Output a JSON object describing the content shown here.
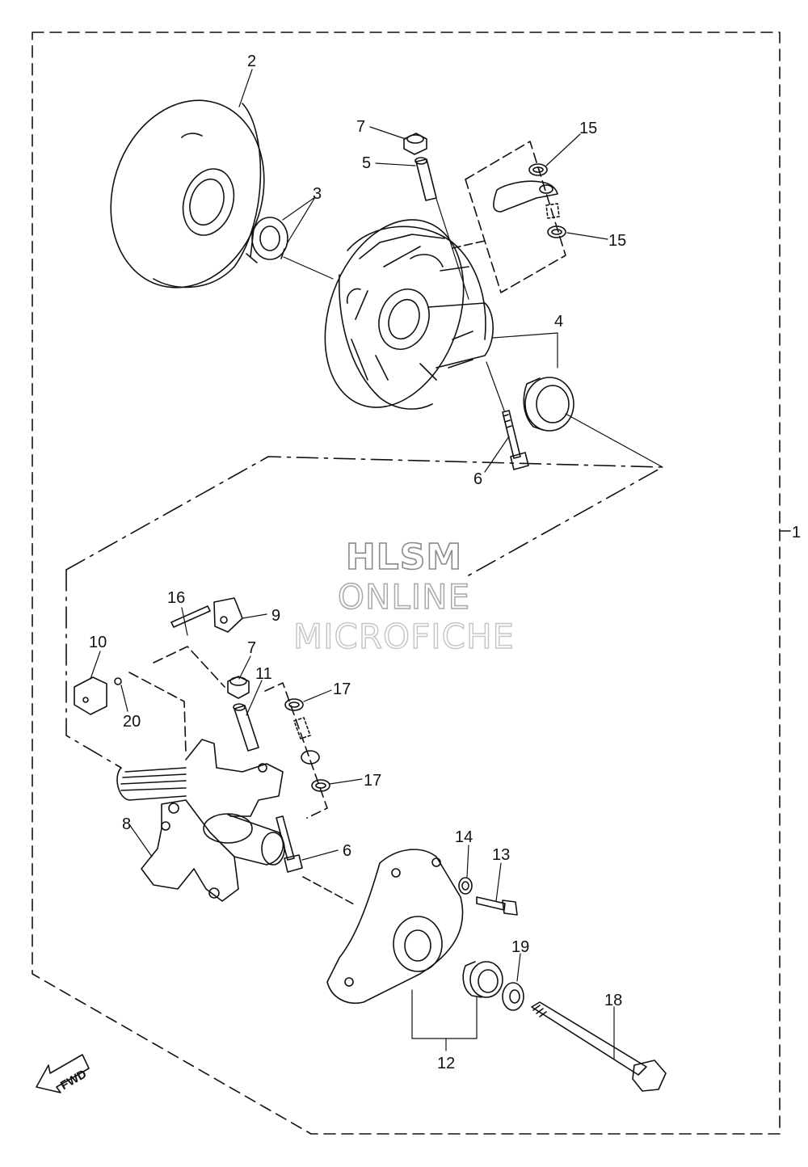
{
  "diagram": {
    "callouts": {
      "c1": "1",
      "c2": "2",
      "c3": "3",
      "c4": "4",
      "c5": "5",
      "c6a": "6",
      "c6b": "6",
      "c7a": "7",
      "c7b": "7",
      "c8": "8",
      "c9": "9",
      "c10": "10",
      "c11": "11",
      "c12": "12",
      "c13": "13",
      "c14": "14",
      "c15a": "15",
      "c15b": "15",
      "c16": "16",
      "c17a": "17",
      "c17b": "17",
      "c18": "18",
      "c19": "19",
      "c20": "20"
    },
    "fwd_label": "FWD"
  },
  "watermark": {
    "line1": "HLSM",
    "line2": "ONLINE",
    "line3": "MICROFICHE"
  }
}
